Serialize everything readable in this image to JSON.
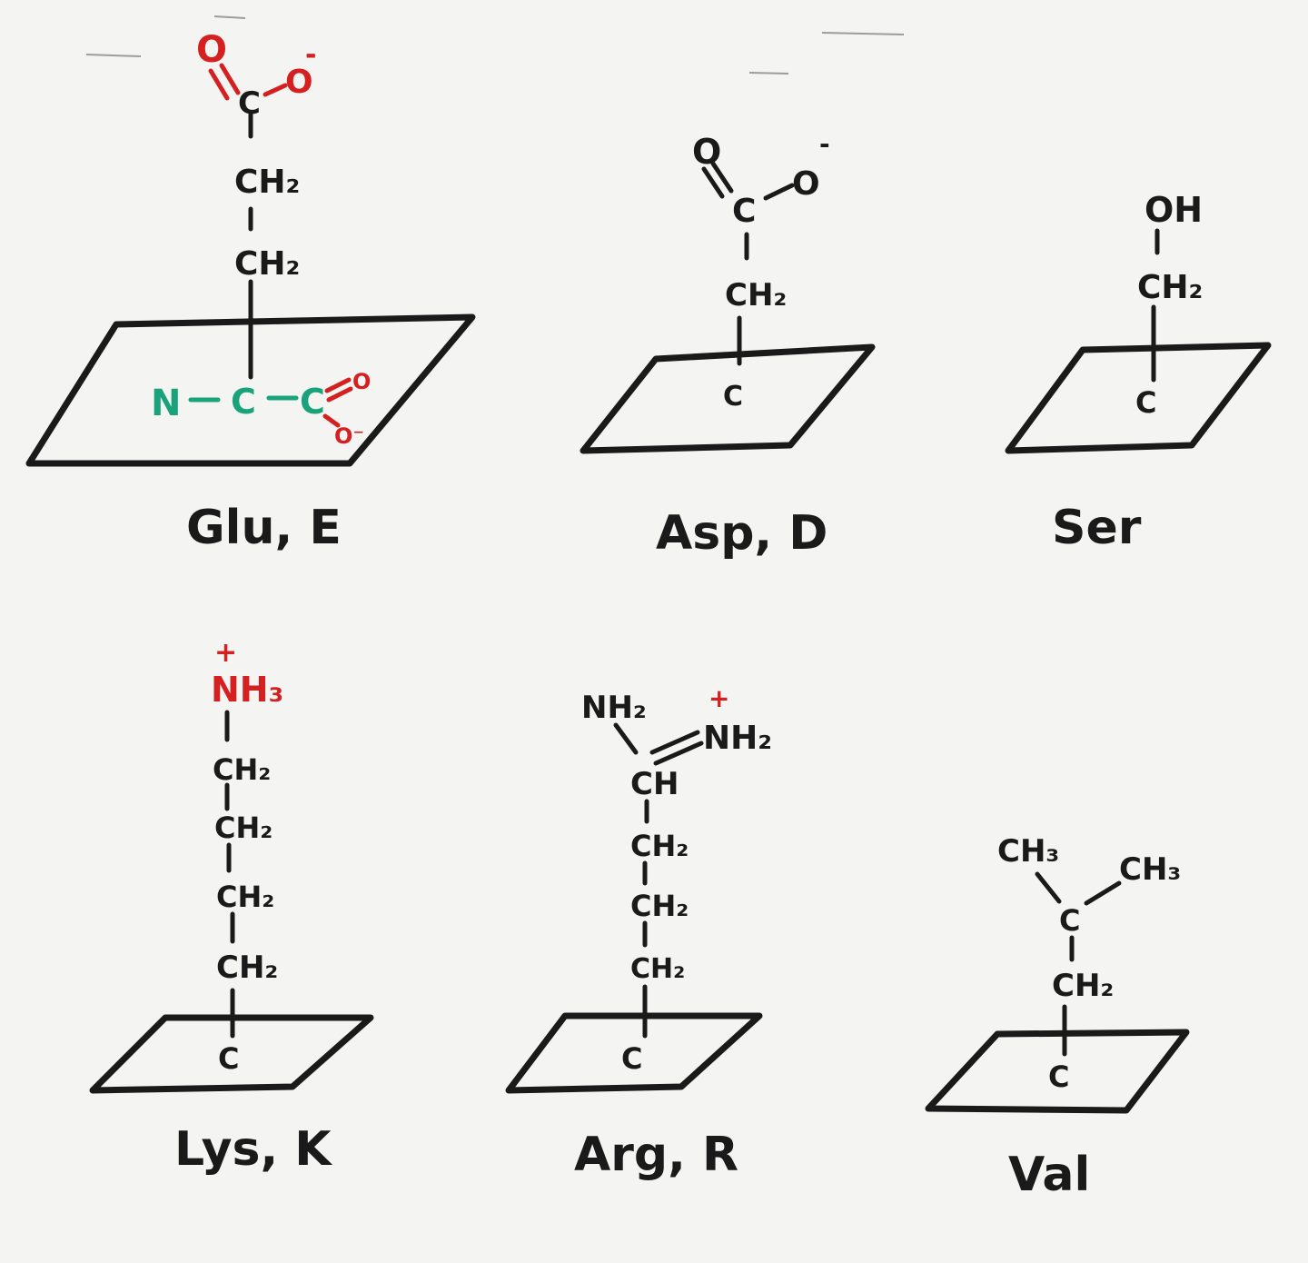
{
  "glu": {
    "name": "Glu, E",
    "carboxyl_o_double": "O",
    "carboxyl_c": "C",
    "carboxyl_o_minus": "O",
    "minus_sign": "-",
    "ch2_upper": "CH₂",
    "ch2_lower": "CH₂",
    "backbone_n": "N",
    "backbone_ca": "C",
    "backbone_c": "C",
    "backbone_o_double": "O",
    "backbone_o_minus": "O⁻",
    "colors": {
      "acid": "#d42020",
      "backbone": "#1aa37a"
    }
  },
  "asp": {
    "name": "Asp, D",
    "carboxyl_o_double": "O",
    "carboxyl_c": "C",
    "carboxyl_o_minus": "O",
    "minus_sign": "-",
    "ch2": "CH₂",
    "alpha_c": "C"
  },
  "ser": {
    "name": "Ser",
    "oh": "OH",
    "ch2": "CH₂",
    "alpha_c": "C"
  },
  "lys": {
    "name": "Lys, K",
    "plus_sign": "+",
    "nh3": "NH₃",
    "ch2": [
      "CH₂",
      "CH₂",
      "CH₂",
      "CH₂"
    ],
    "alpha_c": "C",
    "colors": {
      "amine": "#d42020"
    }
  },
  "arg": {
    "name": "Arg, R",
    "nh2_left": "NH₂",
    "nh2_right": "NH₂",
    "plus_sign": "+",
    "ch": "CH",
    "ch2": [
      "CH₂",
      "CH₂",
      "CH₂"
    ],
    "alpha_c": "C"
  },
  "val": {
    "name": "Val",
    "ch3_left": "CH₃",
    "ch3_right": "CH₃",
    "branch_c": "C",
    "ch2": "CH₂",
    "alpha_c": "C"
  }
}
